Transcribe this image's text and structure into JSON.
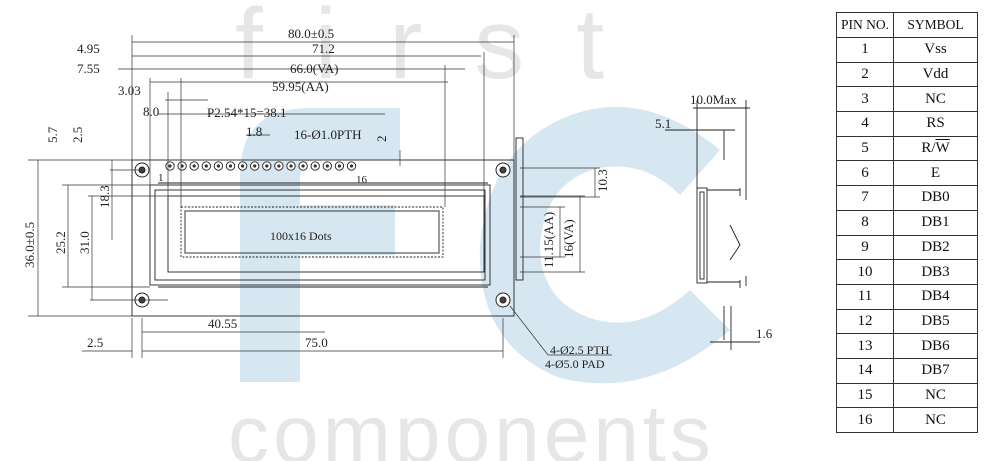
{
  "watermark": {
    "top_text": "first",
    "bottom_text": "components",
    "logo_letters": "fc",
    "color": "#d7e7f2"
  },
  "front_view": {
    "dimensions_top": [
      "80.0±0.5",
      "71.2",
      "66.0(VA)",
      "59.95(AA)",
      "P2.54*15=38.1",
      "1.8",
      "16-Ø1.0PTH"
    ],
    "dimensions_left": [
      "4.95",
      "7.55",
      "3.03",
      "8.0",
      "5.7",
      "2.5"
    ],
    "dimensions_vertical": [
      "36.0±0.5",
      "25.2",
      "31.0",
      "18.3"
    ],
    "dimensions_right": [
      "2",
      "10.3",
      "11.15(AA)",
      "16(VA)"
    ],
    "dimensions_bottom": [
      "40.55",
      "2.5",
      "75.0"
    ],
    "pin_first": "1",
    "pin_last": "16",
    "display_label": "100x16 Dots",
    "hole_notes": [
      "4-Ø2.5 PTH",
      "4-Ø5.0 PAD"
    ]
  },
  "side_view": {
    "dimensions": [
      "10.0Max",
      "5.1",
      "1.6"
    ]
  },
  "pin_table": {
    "headers": [
      "PIN NO.",
      "SYMBOL"
    ],
    "rows": [
      [
        "1",
        "Vss"
      ],
      [
        "2",
        "Vdd"
      ],
      [
        "3",
        "NC"
      ],
      [
        "4",
        "RS"
      ],
      [
        "5",
        "R/W"
      ],
      [
        "6",
        "E"
      ],
      [
        "7",
        "DB0"
      ],
      [
        "8",
        "DB1"
      ],
      [
        "9",
        "DB2"
      ],
      [
        "10",
        "DB3"
      ],
      [
        "11",
        "DB4"
      ],
      [
        "12",
        "DB5"
      ],
      [
        "13",
        "DB6"
      ],
      [
        "14",
        "DB7"
      ],
      [
        "15",
        "NC"
      ],
      [
        "16",
        "NC"
      ]
    ]
  }
}
